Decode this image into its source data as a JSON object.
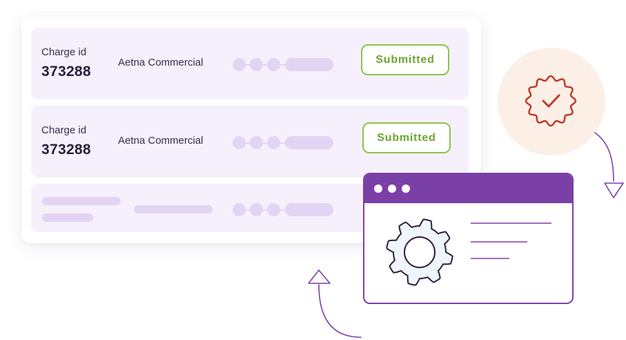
{
  "charges": [
    {
      "label": "Charge id",
      "id": "373288",
      "payer": "Aetna Commercial",
      "status": "Submitted"
    },
    {
      "label": "Charge id",
      "id": "373288",
      "payer": "Aetna Commercial",
      "status": "Submitted"
    }
  ],
  "colors": {
    "row_bg": "#f6f0fc",
    "skeleton": "#e2d4f3",
    "status_green": "#8bc34a",
    "purple": "#7b3fa8",
    "badge_red": "#c0392b",
    "badge_bg": "#fcefe6"
  },
  "icons": {
    "verified": "verified-badge-icon",
    "gear": "gear-icon",
    "arrow_down": "arrow-down-icon",
    "arrow_up": "arrow-up-icon"
  }
}
